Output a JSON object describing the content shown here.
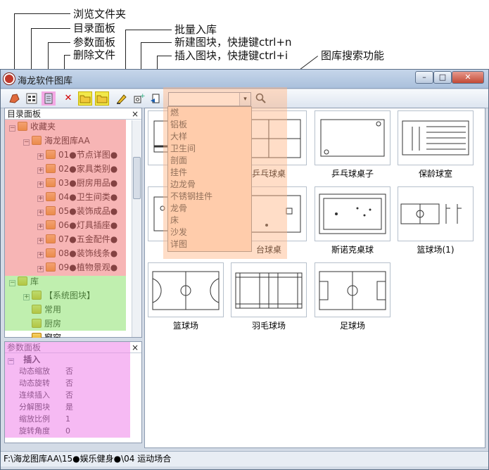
{
  "annotations": {
    "browse_folder": "浏览文件夹",
    "dir_panel": "目录面板",
    "param_panel": "参数面板",
    "delete_file": "删除文件",
    "batch_import": "批量入库",
    "new_block": "新建图块，快捷键ctrl+n",
    "insert_block": "插入图块，快捷键ctrl+i",
    "library_search": "图库搜索功能"
  },
  "window": {
    "title": "海龙软件图库",
    "minimize": "–",
    "maximize": "□",
    "close": "✕"
  },
  "toolbar": {
    "icons": [
      "browse-folder-icon",
      "dir-panel-icon",
      "param-panel-icon",
      "delete-icon",
      "folder-a-icon",
      "folder-b-icon",
      "batch-import-icon",
      "new-block-icon",
      "insert-block-icon",
      "search-icon"
    ],
    "delete_glyph": "✕",
    "search_glyph": "🔍",
    "combo_value": "",
    "combo_arrow": "▾"
  },
  "dropdown": {
    "items": [
      "燃",
      "铝板",
      "大样",
      "卫生间",
      "剖面",
      "挂件",
      "边龙骨",
      "不锈钢挂件",
      "龙骨",
      "床",
      "沙发",
      "详图"
    ]
  },
  "dir_panel": {
    "title": "目录面板",
    "close": "×",
    "favorites": "收藏夹",
    "library_root": "海龙图库AA",
    "categories": [
      "01●节点详图●",
      "02●家具类别●",
      "03●厨房用品●",
      "04●卫生间类●",
      "05●装饰成品●",
      "06●灯具插座●",
      "07●五金配件●",
      "08●装饰线条●",
      "09●植物景观●"
    ],
    "lib": "库",
    "lib_children": [
      "【系统图块】",
      "常用",
      "厨房",
      "窗帘"
    ]
  },
  "param_panel": {
    "title": "参数面板",
    "close": "×",
    "group": "插入",
    "rows": [
      {
        "key": "动态缩放",
        "value": "否"
      },
      {
        "key": "动态旋转",
        "value": "否"
      },
      {
        "key": "连续插入",
        "value": "否"
      },
      {
        "key": "分解图块",
        "value": "是"
      },
      {
        "key": "缩放比例",
        "value": "1"
      },
      {
        "key": "旋转角度",
        "value": "0"
      }
    ]
  },
  "thumbnails": [
    {
      "label": ""
    },
    {
      "label": "乒乓球桌"
    },
    {
      "label": "乒乓球桌子"
    },
    {
      "label": "保龄球室"
    },
    {
      "label": ""
    },
    {
      "label": "台球桌"
    },
    {
      "label": "斯诺克桌球"
    },
    {
      "label": "篮球场(1)"
    },
    {
      "label": "篮球场"
    },
    {
      "label": "羽毛球场"
    },
    {
      "label": "足球场"
    }
  ],
  "status": {
    "path": "F:\\海龙图库AA\\15●娱乐健身●\\04 运动场合"
  },
  "colors": {
    "dir_favorites_highlight": "#f4a3a3",
    "dir_library_highlight": "#b6eda2",
    "param_highlight": "#f6b4f3",
    "search_highlight": "#ffd0b3"
  }
}
